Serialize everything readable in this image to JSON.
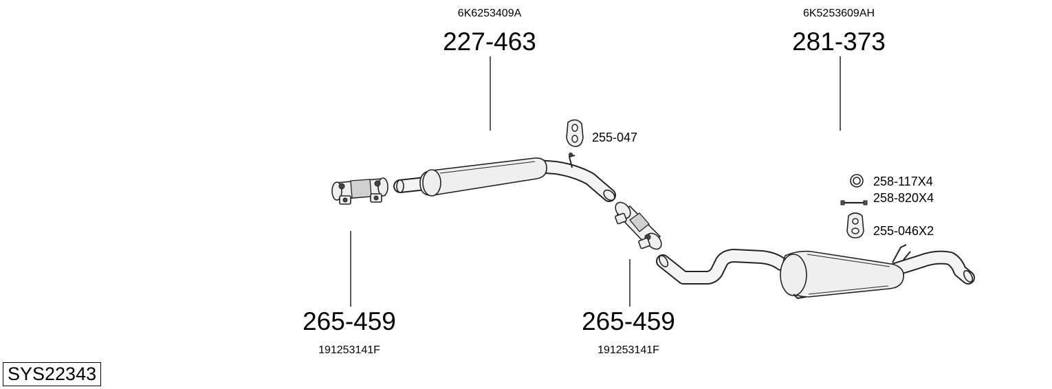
{
  "parts": {
    "middle_silencer": {
      "number": "227-463",
      "oem": "6K6253409A"
    },
    "rear_silencer": {
      "number": "281-373",
      "oem": "6K5253609AH"
    },
    "front_clamp": {
      "number": "265-459",
      "oem": "191253141F"
    },
    "middle_clamp": {
      "number": "265-459",
      "oem": "191253141F"
    }
  },
  "accessories": {
    "middle_hanger": "255-047",
    "ring": "258-117X4",
    "bolt": "258-820X4",
    "rear_hanger": "255-046X2"
  },
  "system_code": "SYS22343"
}
